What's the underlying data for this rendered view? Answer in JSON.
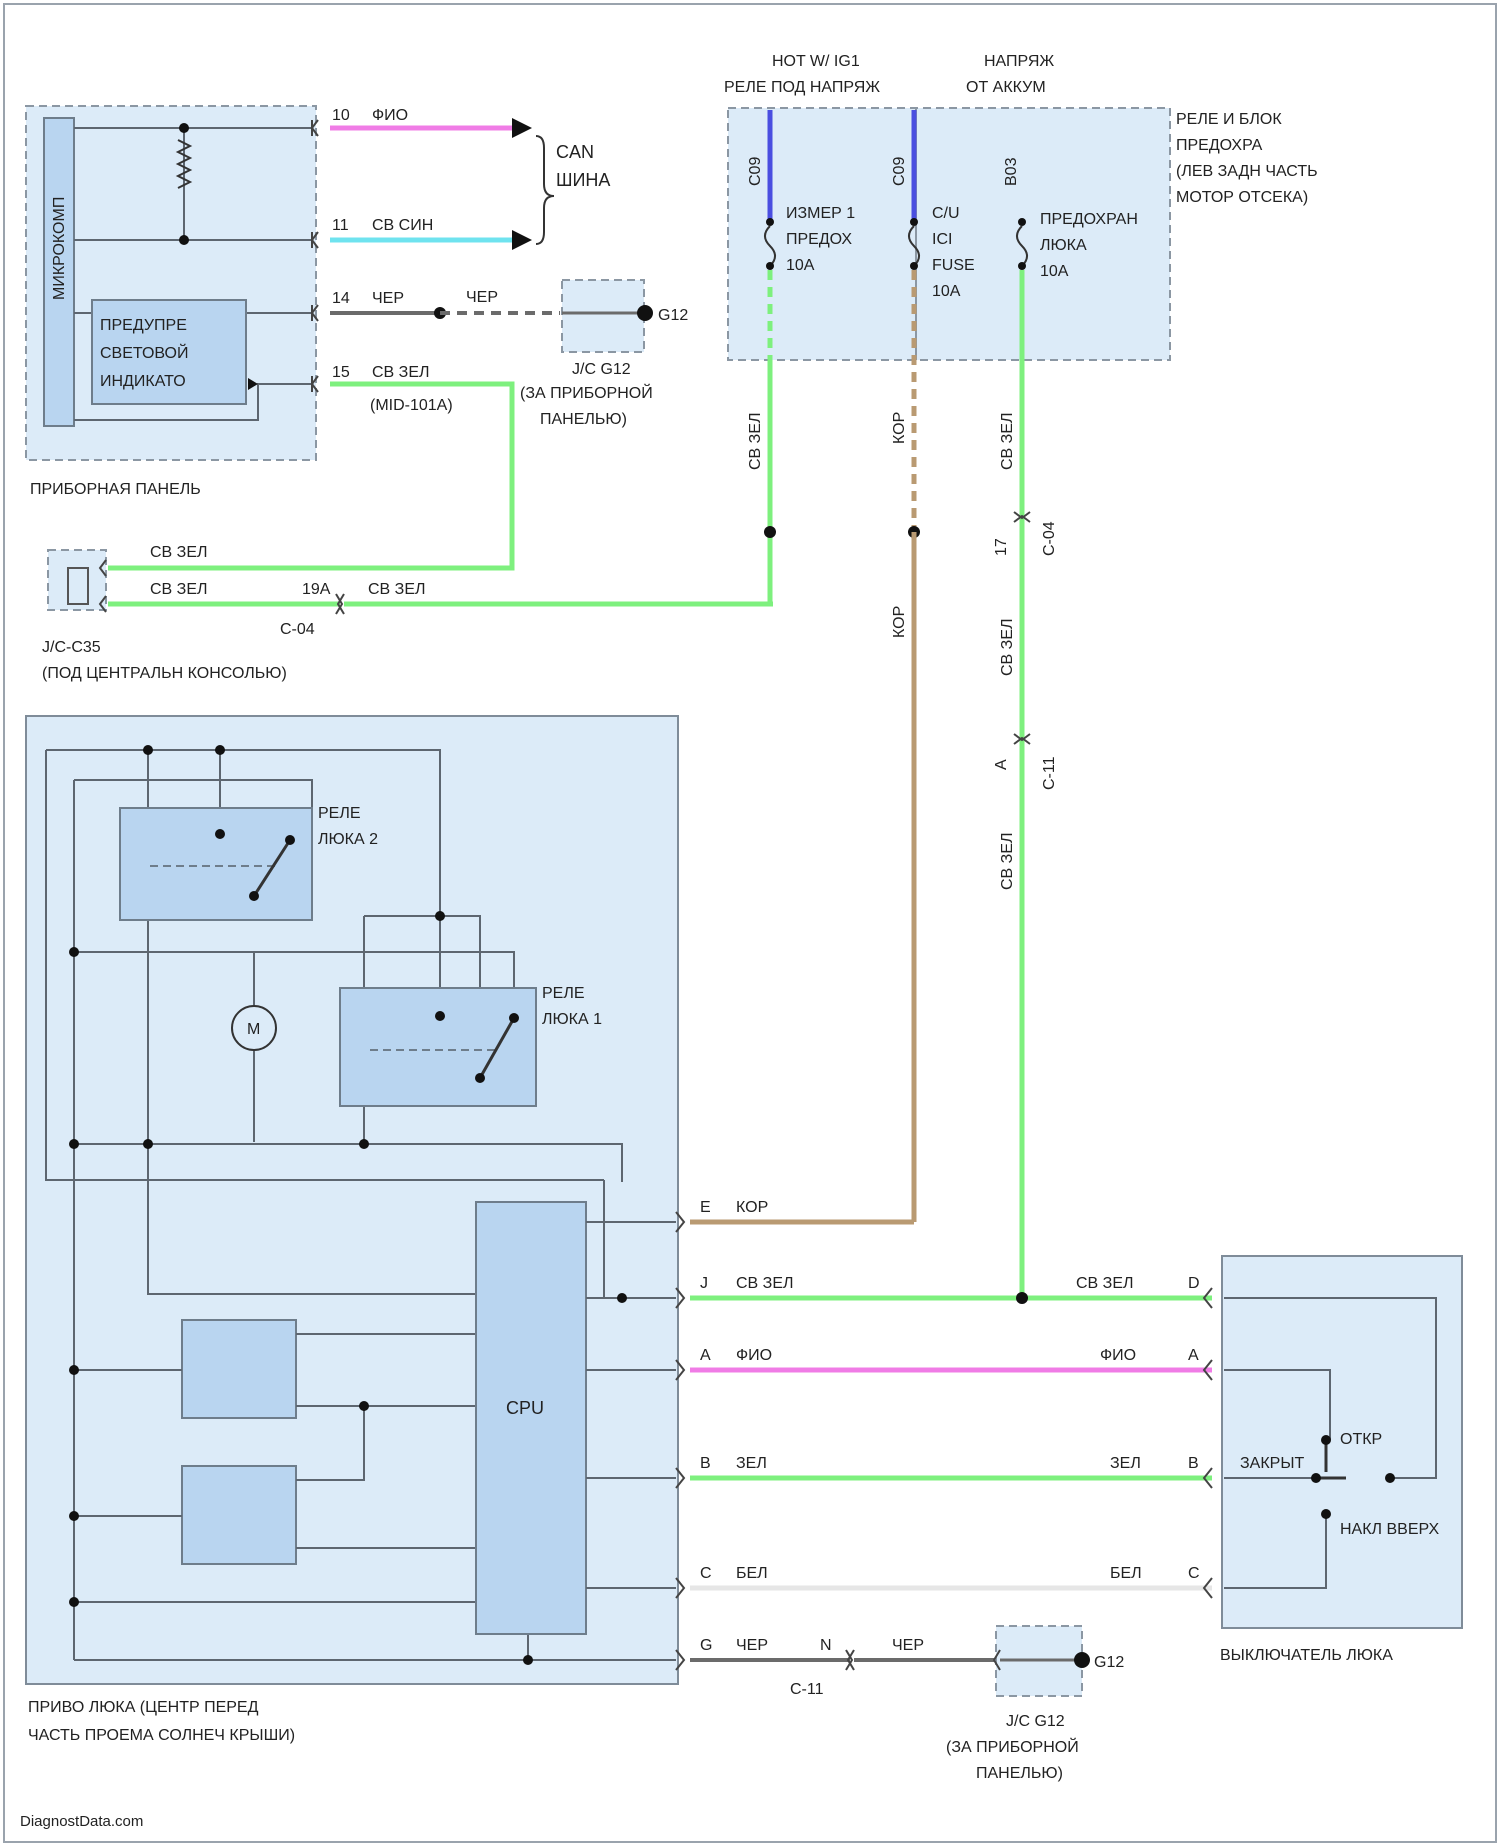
{
  "colors": {
    "pink": "#f07ce6",
    "cyan": "#6fe3ef",
    "green": "#7ef07e",
    "brown": "#b99a72",
    "black_wire": "#6b6b6b",
    "white_wire": "#e6e6e6",
    "blue": "#4a4ee0",
    "panel": "#dcebf8"
  },
  "instrument_panel": {
    "vertical_label": "МИКРОКОМП",
    "indicator": [
      "ПРЕДУПРЕ",
      "СВЕТОВОЙ",
      "ИНДИКАТО"
    ],
    "caption": "ПРИБОРНАЯ ПАНЕЛЬ",
    "pins": [
      {
        "pin": "10",
        "wire": "ФИО"
      },
      {
        "pin": "11",
        "wire": "СВ СИН"
      },
      {
        "pin": "14",
        "wire": "ЧЕР"
      },
      {
        "pin": "15",
        "wire": "СВ ЗЕЛ"
      }
    ],
    "wire_code": "(MID-101A)",
    "can_label": [
      "CAN",
      "ШИНА"
    ],
    "ground_wire": "ЧЕР"
  },
  "jc_g12_top": {
    "name": "J/C G12",
    "ground": "G12",
    "caption": [
      "(ЗА ПРИБОРНОЙ",
      "ПАНЕЛЬЮ)"
    ]
  },
  "jc_c35": {
    "wire_top": "СВ ЗЕЛ",
    "wire_bottom": "СВ ЗЕЛ",
    "pin": "19A",
    "connector": "C-04",
    "wire_right": "СВ ЗЕЛ",
    "caption": [
      "J/C-C35",
      "(ПОД ЦЕНТРАЛЬН КОНСОЛЬЮ)"
    ]
  },
  "relay_block": {
    "title_left": [
      "HOT W/ IG1",
      "РЕЛЕ ПОД НАПРЯЖ"
    ],
    "title_right": [
      "НАПРЯЖ",
      "ОТ АККУМ"
    ],
    "caption": [
      "РЕЛЕ И БЛОК",
      "ПРЕДОХРА",
      "(ЛЕВ ЗАДН ЧАСТЬ",
      "МОТОР ОТСЕКА)"
    ],
    "fuses": [
      {
        "code": "C09",
        "lines": [
          "ИЗМЕР 1",
          "ПРЕДОХ",
          "10A"
        ]
      },
      {
        "code": "C09",
        "lines": [
          "C/U",
          "ICI",
          "FUSE",
          "10A"
        ]
      },
      {
        "code": "B03",
        "lines": [
          "ПРЕДОХРАН",
          "ЛЮКА",
          "10A"
        ]
      }
    ],
    "drop_wires": [
      "СВ ЗЕЛ",
      "КОР",
      "СВ ЗЕЛ"
    ]
  },
  "mid_wires": {
    "brown_label": "КОР",
    "c04_wire": "СВ ЗЕЛ",
    "c04_pin": "17",
    "c04": "C-04",
    "c11_wire": "СВ ЗЕЛ",
    "c11_pin": "A",
    "c11": "C-11"
  },
  "sunroof_motor": {
    "relay2": [
      "РЕЛЕ",
      "ЛЮКА 2"
    ],
    "relay1": [
      "РЕЛЕ",
      "ЛЮКА 1"
    ],
    "motor": "M",
    "cpu": "CPU",
    "caption": [
      "ПРИВО ЛЮКА (ЦЕНТР ПЕРЕД",
      "ЧАСТЬ ПРОЕМА СОЛНЕЧ КРЫШИ)"
    ],
    "pins": [
      {
        "pin": "E",
        "wire": "КОР"
      },
      {
        "pin": "J",
        "wire": "СВ ЗЕЛ"
      },
      {
        "pin": "A",
        "wire": "ФИО"
      },
      {
        "pin": "B",
        "wire": "ЗЕЛ"
      },
      {
        "pin": "C",
        "wire": "БЕЛ"
      },
      {
        "pin": "G",
        "wire": "ЧЕР"
      }
    ],
    "ground_connector_pin": "N",
    "ground_connector": "C-11",
    "ground_wire_right": "ЧЕР"
  },
  "sunroof_switch": {
    "caption": "ВЫКЛЮЧАТЕЛЬ ЛЮКА",
    "pins": [
      {
        "pin": "D",
        "wire": "СВ ЗЕЛ"
      },
      {
        "pin": "A",
        "wire": "ФИО"
      },
      {
        "pin": "B",
        "wire": "ЗЕЛ"
      },
      {
        "pin": "C",
        "wire": "БЕЛ"
      }
    ],
    "open": "ОТКР",
    "close": "ЗАКРЫТ",
    "tilt": "НАКЛ ВВЕРХ"
  },
  "jc_g12_bottom": {
    "name": "J/C G12",
    "ground": "G12",
    "caption": [
      "J/C G12",
      "(ЗА ПРИБОРНОЙ",
      "ПАНЕЛЬЮ)"
    ]
  },
  "watermark": "DiagnostData.com"
}
